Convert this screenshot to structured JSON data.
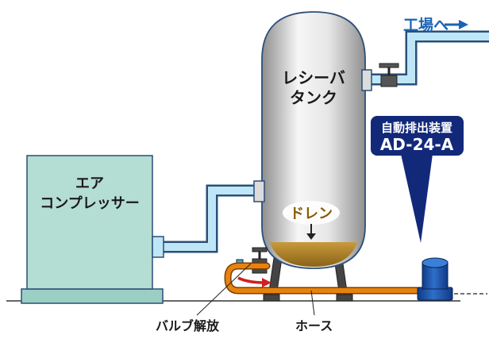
{
  "destination": {
    "label": "工場へ",
    "arrow": "→"
  },
  "compressor": {
    "line1": "エア",
    "line2": "コンプレッサー"
  },
  "tank": {
    "line1": "レシーバ",
    "line2": "タンク"
  },
  "drain": {
    "label": "ドレン"
  },
  "device": {
    "line1": "自動排出装置",
    "line2": "AD-24-A"
  },
  "callouts": {
    "valve": "バルブ解放",
    "hose": "ホース"
  },
  "colors": {
    "pipe_fill": "#bfe6f7",
    "pipe_outline": "#2a4f78",
    "compressor": "#b4ddd4",
    "tank_light": "#f4f4f4",
    "tank_dark": "#9a9a9a",
    "drain_liquid": "#a67a1c",
    "hose": "#e8820e",
    "device_blue": "#1d4e9c",
    "bubble_navy": "#12297a",
    "arrow_red": "#d21f1f",
    "label_blue": "#1b64b1"
  }
}
